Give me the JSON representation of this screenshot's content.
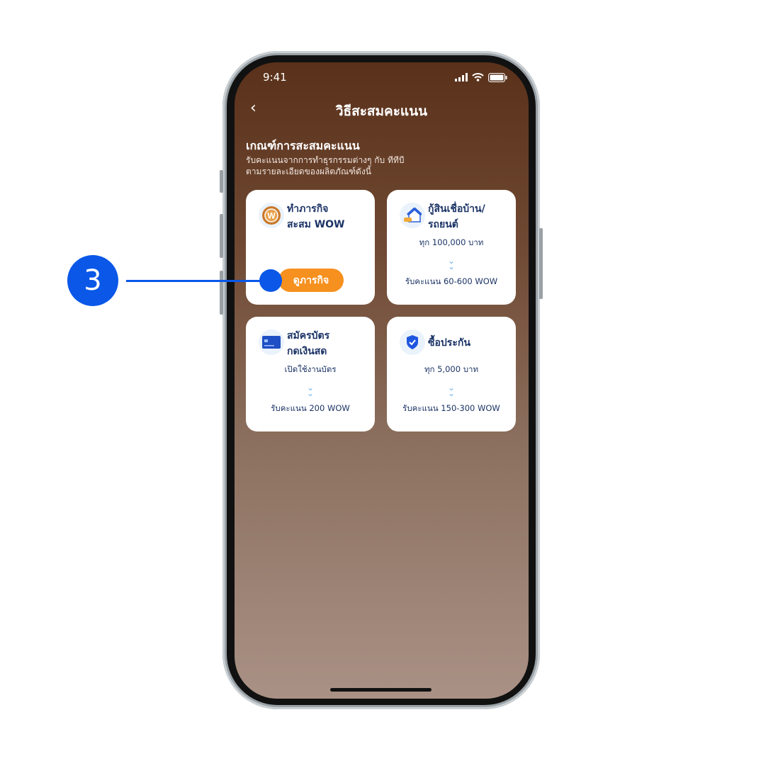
{
  "status": {
    "time": "9:41"
  },
  "header": {
    "title": "วิธีสะสมคะแนน"
  },
  "section": {
    "heading": "เกณฑ์การสะสมคะแนน",
    "line1": "รับคะแนนจากการทำธุรกรรมต่างๆ กับ ทีทีบี",
    "line2": "ตามรายละเอียดของผลิตภัณฑ์ดังนี้"
  },
  "cards": [
    {
      "title1": "ทำภารกิจ",
      "title2": "สะสม WOW",
      "button": "ดูภารกิจ"
    },
    {
      "title1": "กู้สินเชื่อบ้าน/",
      "title2": "รถยนต์",
      "condition": "ทุก 100,000 บาท",
      "reward": "รับคะแนน 60-600 WOW"
    },
    {
      "title1": "สมัครบัตร",
      "title2": "กดเงินสด",
      "condition": "เปิดใช้งานบัตร",
      "reward": "รับคะแนน 200 WOW"
    },
    {
      "title1": "ซื้อประกัน",
      "condition": "ทุก 5,000 บาท",
      "reward": "รับคะแนน 150-300 WOW"
    }
  ],
  "annotation": {
    "number": "3"
  },
  "colors": {
    "accent": "#0a57e8",
    "orange": "#f6901e",
    "text": "#1c3466"
  }
}
